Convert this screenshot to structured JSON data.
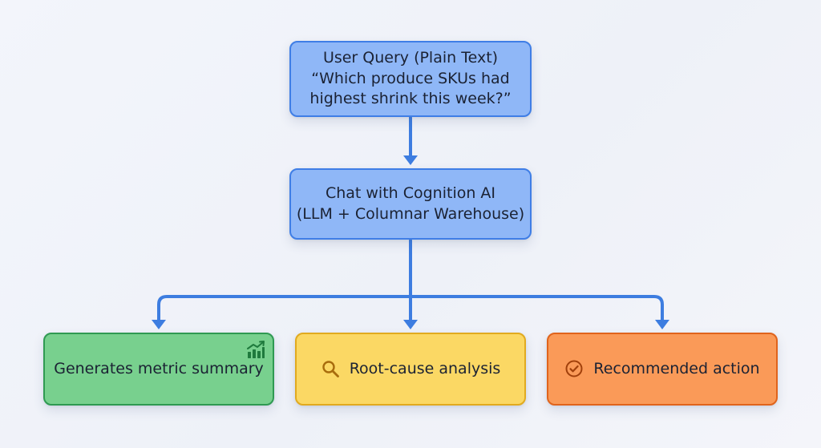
{
  "nodes": {
    "query": {
      "line1": "User Query (Plain Text)",
      "line2": "“Which produce SKUs had",
      "line3": "highest shrink this week?”"
    },
    "chat": {
      "line1": "Chat with Cognition AI",
      "line2": "(LLM + Columnar Warehouse)"
    },
    "metric": {
      "label": "Generates metric summary",
      "icon": "bar-chart-trend-icon"
    },
    "root_cause": {
      "label": "Root-cause analysis",
      "icon": "magnifier-icon"
    },
    "action": {
      "label": "Recommended action",
      "icon": "check-circle-icon"
    }
  },
  "colors": {
    "connector": "#3d7de0",
    "blue_fill": "#8fb7f7",
    "blue_border": "#3f7ee6",
    "green_fill": "#78d08e",
    "green_border": "#2f9a52",
    "yellow_fill": "#fbd864",
    "yellow_border": "#e1aa1f",
    "orange_fill": "#fa9a58",
    "orange_border": "#e0641c"
  }
}
